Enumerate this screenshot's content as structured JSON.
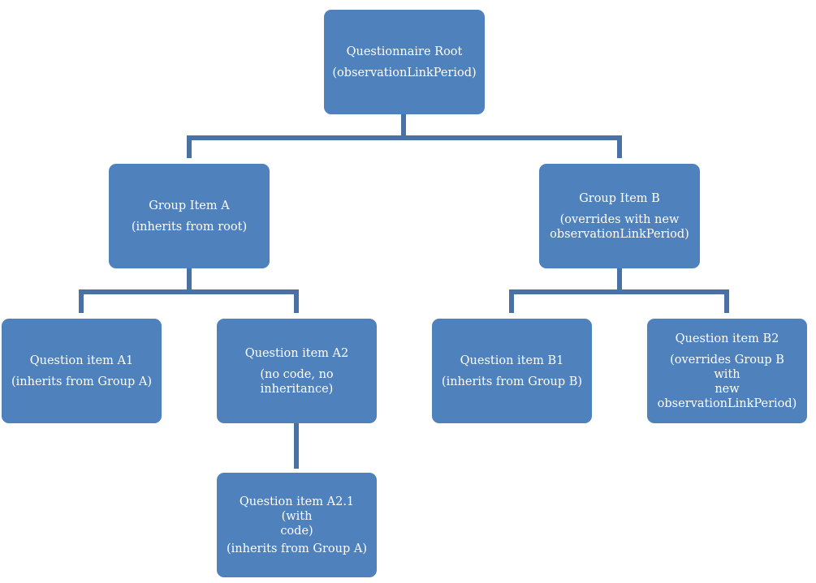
{
  "colors": {
    "node_fill": "#4f81bd",
    "connector": "#4a71a6",
    "text": "#ffffff"
  },
  "nodes": {
    "root": {
      "line1": "Questionnaire Root",
      "line2": "(observationLinkPeriod)"
    },
    "group_a": {
      "line1": "Group Item A",
      "line2": "(inherits from root)"
    },
    "group_b": {
      "line1": "Group Item B",
      "line2": "(overrides with new",
      "line3": "observationLinkPeriod)"
    },
    "q_a1": {
      "line1": "Question item A1",
      "line2": "(inherits from Group A)"
    },
    "q_a2": {
      "line1": "Question item A2",
      "line2": "(no code, no inheritance)"
    },
    "q_b1": {
      "line1": "Question item B1",
      "line2": "(inherits from Group B)"
    },
    "q_b2": {
      "line1": "Question item B2",
      "line2": "(overrides Group B with",
      "line3": "new",
      "line4": "observationLinkPeriod)"
    },
    "q_a21": {
      "line1": "Question item A2.1 (with",
      "line2": "code)",
      "line3": "(inherits from Group A)"
    }
  }
}
